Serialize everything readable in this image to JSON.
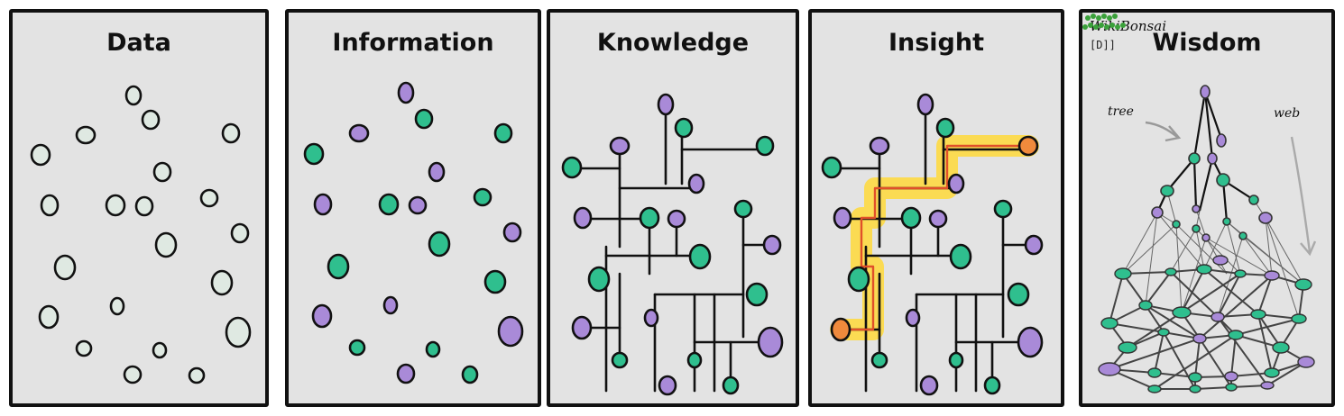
{
  "panels": [
    {
      "id": "data",
      "title": "Data"
    },
    {
      "id": "information",
      "title": "Information"
    },
    {
      "id": "knowledge",
      "title": "Knowledge"
    },
    {
      "id": "insight",
      "title": "Insight"
    },
    {
      "id": "wisdom",
      "title": "Wisdom"
    }
  ],
  "brand": "WikiBonsai",
  "logo_text": "[D]]",
  "labels": {
    "tree": "tree",
    "web": "web"
  },
  "colors": {
    "teal": "#2fbf8e",
    "purple": "#a98ad8",
    "empty": "#dfe9e2",
    "orange": "#f08a3c",
    "glow": "#ffd93a",
    "panel": "#e3e3e3",
    "ink": "#111111"
  }
}
